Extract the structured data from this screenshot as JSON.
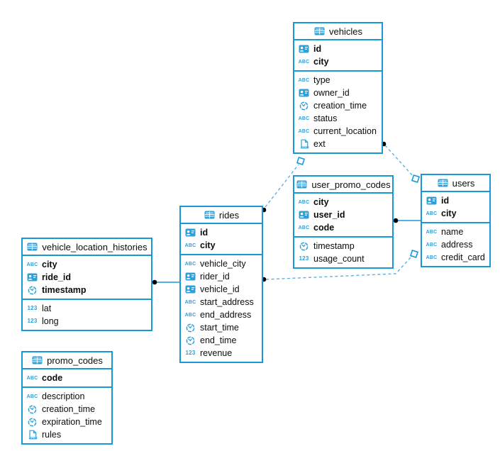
{
  "diagram": {
    "colors": {
      "accent": "#1899d6",
      "icon_blue": "#2da0da",
      "icon_light_blue": "#8ecdee",
      "dashed_line": "#5bb1e2",
      "endpoint_dot": "#000000",
      "text": "#0c0c0c",
      "background": "#ffffff"
    },
    "tables": [
      {
        "id": "vehicles",
        "name": "vehicles",
        "icon": "table-icon",
        "primary_fields": [
          {
            "name": "id",
            "icon": "id-card-icon"
          },
          {
            "name": "city",
            "icon": "abc-type-icon"
          }
        ],
        "fields": [
          {
            "name": "type",
            "icon": "abc-type-icon"
          },
          {
            "name": "owner_id",
            "icon": "id-card-icon"
          },
          {
            "name": "creation_time",
            "icon": "clock-icon"
          },
          {
            "name": "status",
            "icon": "abc-type-icon"
          },
          {
            "name": "current_location",
            "icon": "abc-type-icon"
          },
          {
            "name": "ext",
            "icon": "json-type-icon"
          }
        ]
      },
      {
        "id": "user_promo_codes",
        "name": "user_promo_codes",
        "icon": "table-icon",
        "primary_fields": [
          {
            "name": "city",
            "icon": "abc-type-icon"
          },
          {
            "name": "user_id",
            "icon": "id-card-icon"
          },
          {
            "name": "code",
            "icon": "abc-type-icon"
          }
        ],
        "fields": [
          {
            "name": "timestamp",
            "icon": "clock-icon"
          },
          {
            "name": "usage_count",
            "icon": "number-type-icon"
          }
        ]
      },
      {
        "id": "users",
        "name": "users",
        "icon": "table-icon",
        "primary_fields": [
          {
            "name": "id",
            "icon": "id-card-icon"
          },
          {
            "name": "city",
            "icon": "abc-type-icon"
          }
        ],
        "fields": [
          {
            "name": "name",
            "icon": "abc-type-icon"
          },
          {
            "name": "address",
            "icon": "abc-type-icon"
          },
          {
            "name": "credit_card",
            "icon": "abc-type-icon"
          }
        ]
      },
      {
        "id": "rides",
        "name": "rides",
        "icon": "table-icon",
        "primary_fields": [
          {
            "name": "id",
            "icon": "id-card-icon"
          },
          {
            "name": "city",
            "icon": "abc-type-icon"
          }
        ],
        "fields": [
          {
            "name": "vehicle_city",
            "icon": "abc-type-icon"
          },
          {
            "name": "rider_id",
            "icon": "id-card-icon"
          },
          {
            "name": "vehicle_id",
            "icon": "id-card-icon"
          },
          {
            "name": "start_address",
            "icon": "abc-type-icon"
          },
          {
            "name": "end_address",
            "icon": "abc-type-icon"
          },
          {
            "name": "start_time",
            "icon": "clock-icon"
          },
          {
            "name": "end_time",
            "icon": "clock-icon"
          },
          {
            "name": "revenue",
            "icon": "number-type-icon"
          }
        ]
      },
      {
        "id": "vehicle_location_histories",
        "name": "vehicle_location_histories",
        "icon": "table-icon",
        "primary_fields": [
          {
            "name": "city",
            "icon": "abc-type-icon"
          },
          {
            "name": "ride_id",
            "icon": "id-card-icon"
          },
          {
            "name": "timestamp",
            "icon": "clock-icon"
          }
        ],
        "fields": [
          {
            "name": "lat",
            "icon": "number-type-icon"
          },
          {
            "name": "long",
            "icon": "number-type-icon"
          }
        ]
      },
      {
        "id": "promo_codes",
        "name": "promo_codes",
        "icon": "table-icon",
        "primary_fields": [
          {
            "name": "code",
            "icon": "abc-type-icon"
          }
        ],
        "fields": [
          {
            "name": "description",
            "icon": "abc-type-icon"
          },
          {
            "name": "creation_time",
            "icon": "clock-icon"
          },
          {
            "name": "expiration_time",
            "icon": "clock-icon"
          },
          {
            "name": "rules",
            "icon": "json-type-icon"
          }
        ]
      }
    ],
    "relations": [
      {
        "from": "vehicle_location_histories",
        "to": "rides",
        "style": "solid"
      },
      {
        "from": "user_promo_codes",
        "to": "users",
        "style": "solid"
      },
      {
        "from": "vehicles",
        "to": "users",
        "style": "dashed"
      },
      {
        "from": "rides",
        "to": "vehicles",
        "style": "dashed"
      },
      {
        "from": "rides",
        "to": "users",
        "style": "dashed"
      }
    ]
  }
}
